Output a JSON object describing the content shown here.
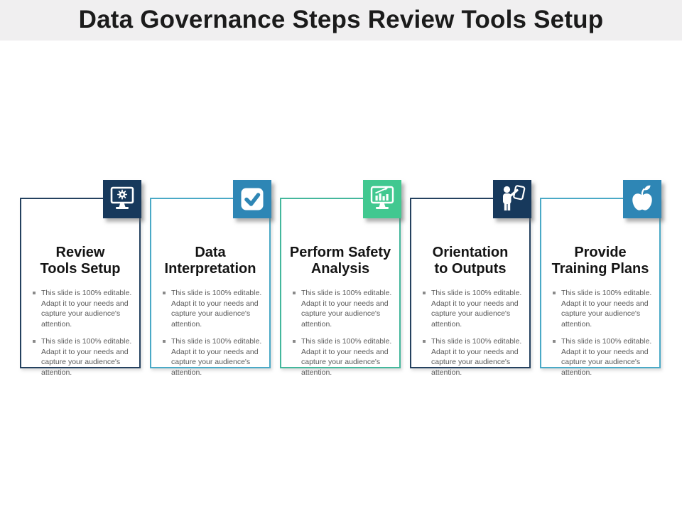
{
  "header": {
    "title": "Data Governance Steps Review Tools Setup"
  },
  "colors": {
    "header_bg": "#f0eff0",
    "navy": "#17395c",
    "navy_border": "#24415f",
    "blue": "#2e86b5",
    "teal_blue_border": "#4aa9c6",
    "green": "#41c890",
    "teal_green_border": "#44b79c",
    "bullet_text": "#595959"
  },
  "cards": [
    {
      "icon": "monitor-gear-icon",
      "title_lines": [
        "Review",
        "Tools Setup"
      ],
      "bullets": [
        "This slide is 100% editable. Adapt it to your needs and capture your audience's attention.",
        "This slide is 100% editable. Adapt it to your needs and capture your audience's attention."
      ]
    },
    {
      "icon": "checkmark-icon",
      "title_lines": [
        "Data",
        "Interpretation"
      ],
      "bullets": [
        "This slide is 100% editable. Adapt it to your needs and capture your audience's attention.",
        "This slide is 100% editable. Adapt it to your needs and capture your audience's attention."
      ]
    },
    {
      "icon": "monitor-chart-icon",
      "title_lines": [
        "Perform Safety",
        "Analysis"
      ],
      "bullets": [
        "This slide is 100% editable. Adapt it to your needs and capture your audience's attention.",
        "This slide is 100% editable. Adapt it to your needs and capture your audience's attention."
      ]
    },
    {
      "icon": "presenter-board-icon",
      "title_lines": [
        "Orientation",
        "to Outputs"
      ],
      "bullets": [
        "This slide is 100% editable. Adapt it to your needs and capture your audience's attention.",
        "This slide is 100% editable. Adapt it to your needs and capture your audience's attention."
      ]
    },
    {
      "icon": "apple-icon",
      "title_lines": [
        "Provide",
        "Training Plans"
      ],
      "bullets": [
        "This slide is 100% editable. Adapt it to your needs and capture your audience's attention.",
        "This slide is 100% editable. Adapt it to your needs and capture your audience's attention."
      ]
    }
  ]
}
